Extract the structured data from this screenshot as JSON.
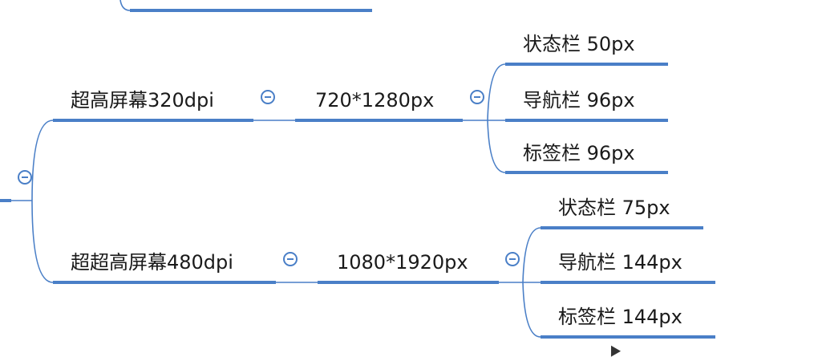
{
  "colors": {
    "branch": "#4a7fc7",
    "text": "#1a1a1a"
  },
  "root": {
    "collapse_icon": "minus-circle-icon"
  },
  "groups": [
    {
      "density": "超高屏幕320dpi",
      "resolution": "720*1280px",
      "items": [
        "状态栏 50px",
        "导航栏 96px",
        "标签栏 96px"
      ]
    },
    {
      "density": "超超高屏幕480dpi",
      "resolution": "1080*1920px",
      "items": [
        "状态栏 75px",
        "导航栏 144px",
        "标签栏 144px"
      ]
    }
  ]
}
